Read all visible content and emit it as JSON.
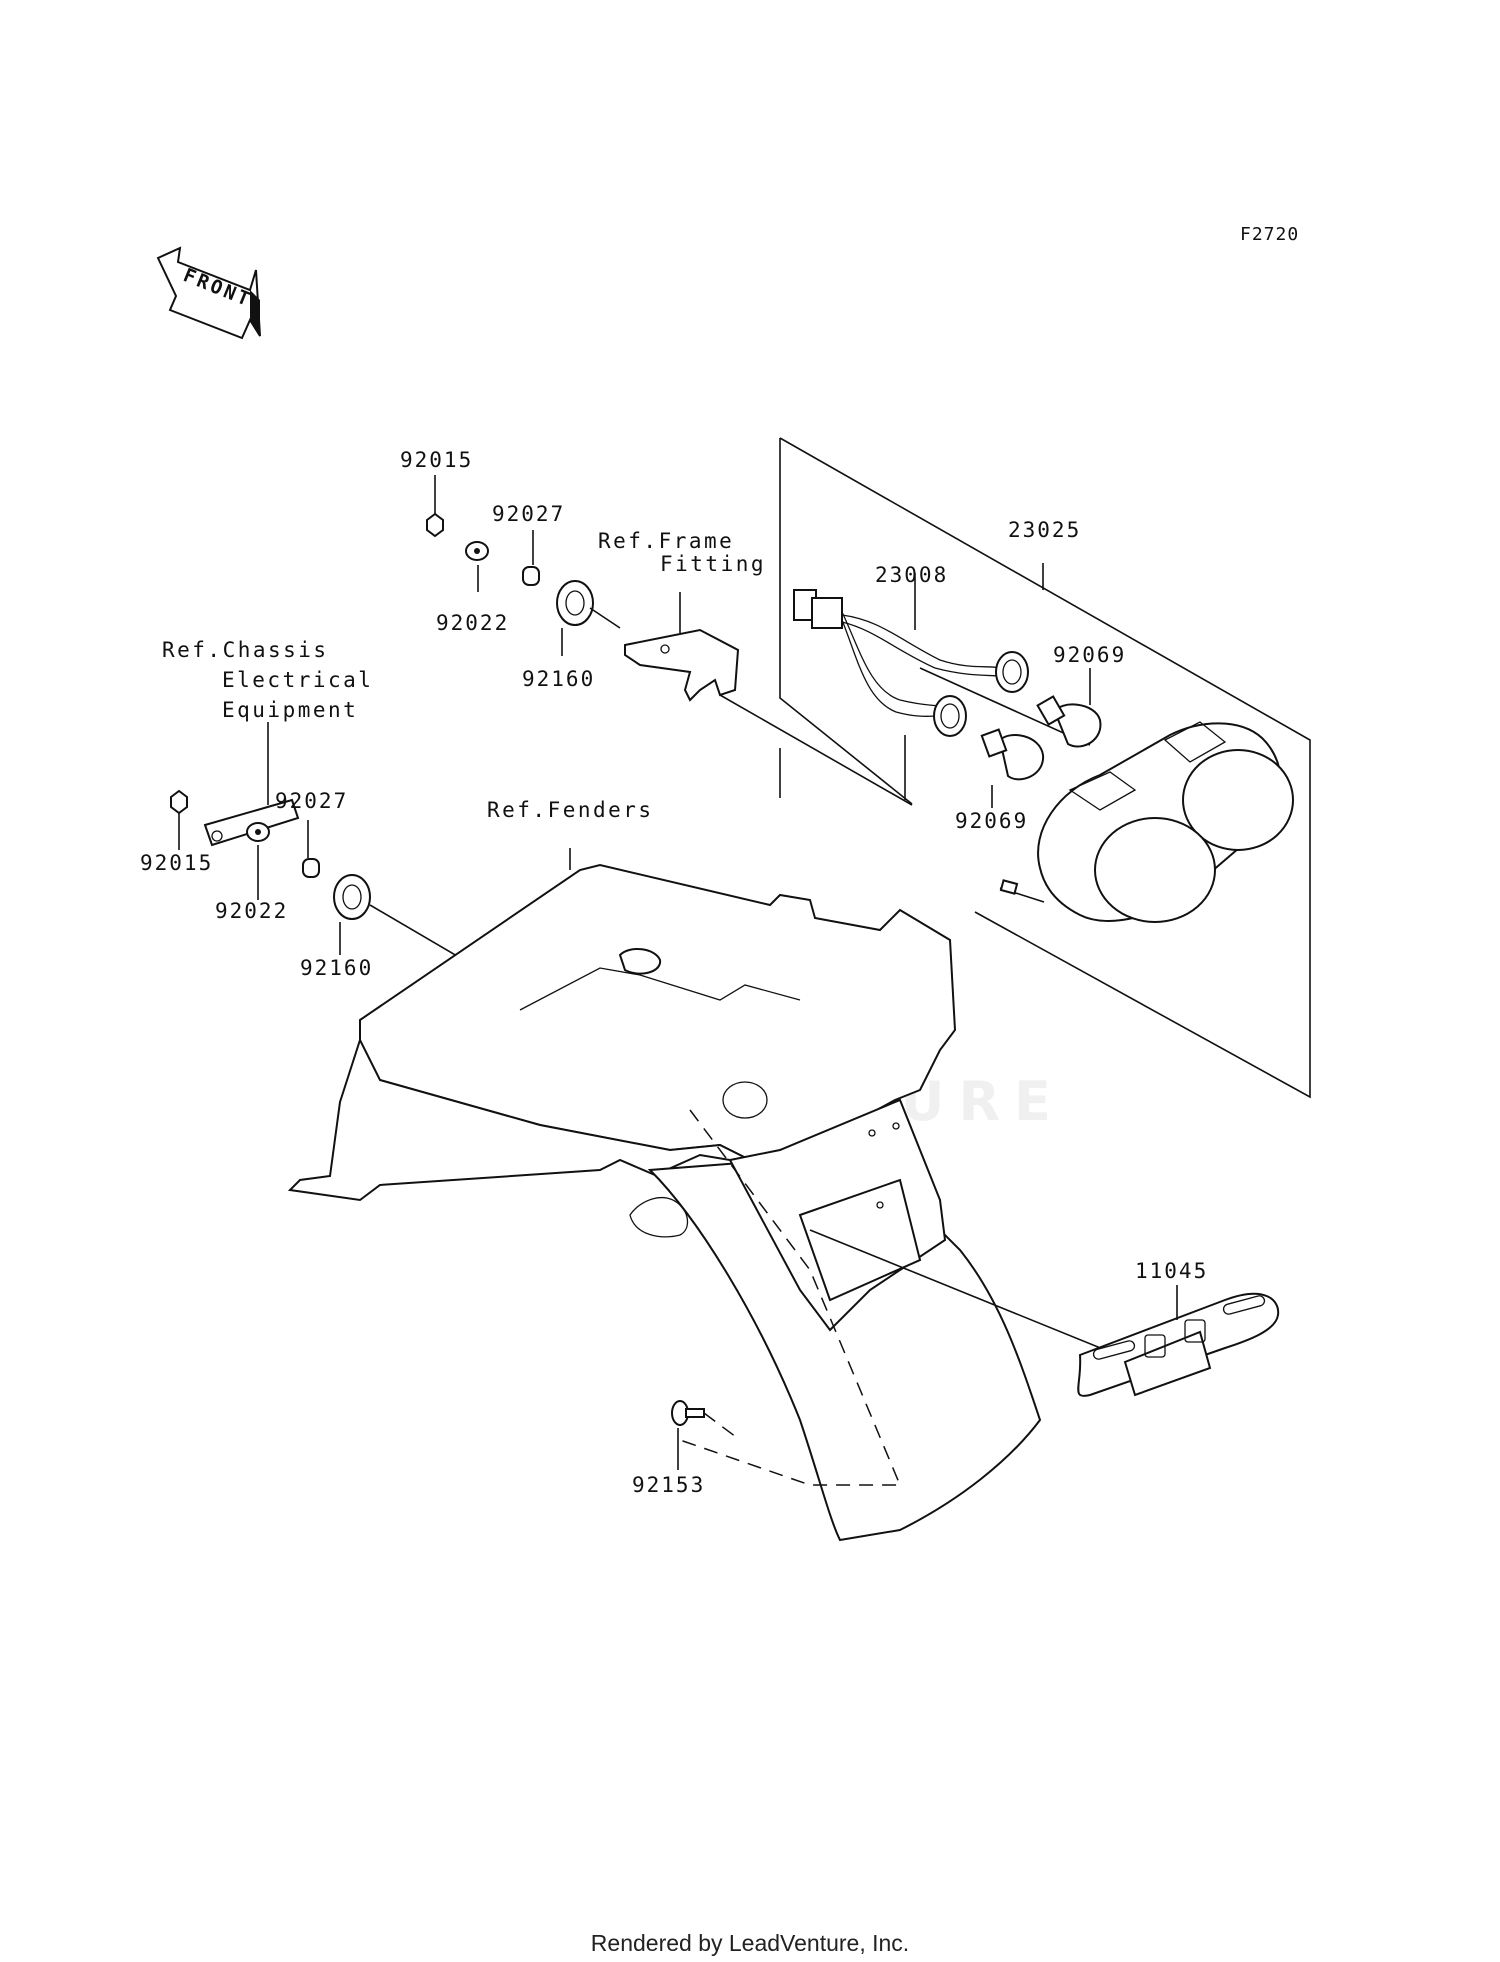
{
  "figure_code": "F2720",
  "front_label": "FRONT",
  "footer": "Rendered by LeadVenture, Inc.",
  "watermark": "LEADVENTURE",
  "parts": {
    "p92015_top": "92015",
    "p92027_top": "92027",
    "p92022_top": "92022",
    "p92160_top": "92160",
    "p92015_left": "92015",
    "p92027_left": "92027",
    "p92022_left": "92022",
    "p92160_left": "92160",
    "p23025": "23025",
    "p23008": "23008",
    "p92069_a": "92069",
    "p92069_b": "92069",
    "p11045": "11045",
    "p92153": "92153"
  },
  "references": {
    "frame_1": "Ref.Frame",
    "frame_2": "Fitting",
    "chassis_1": "Ref.Chassis",
    "chassis_2": "Electrical",
    "chassis_3": "Equipment",
    "fenders": "Ref.Fenders"
  },
  "colors": {
    "line": "#111111",
    "background": "#ffffff"
  }
}
